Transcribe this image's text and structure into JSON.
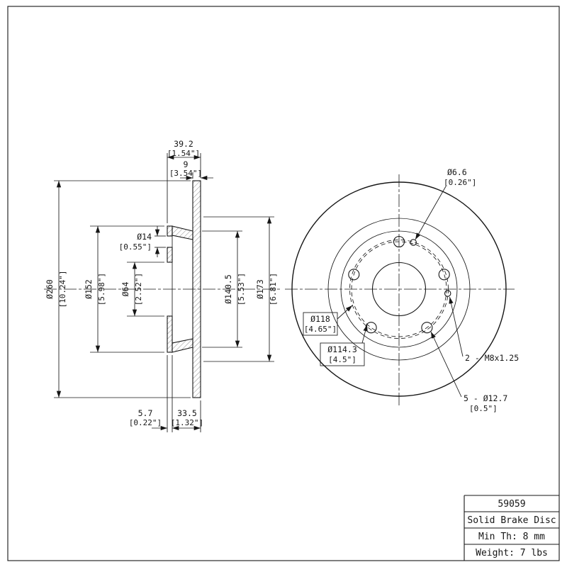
{
  "title_block": {
    "rows": [
      "59059",
      "Solid Brake Disc",
      "Min Th: 8 mm",
      "Weight: 7 lbs"
    ]
  },
  "section_view": {
    "width_total_mm": "39.2",
    "width_total_in": "[1.54\"]",
    "disc_th_mm": "9",
    "disc_th_in": "[3.54\"]",
    "hole_mm": "Ø14",
    "hole_in": "[0.55\"]",
    "od_mm": "Ø260",
    "od_in": "[10.24\"]",
    "flange_mm": "Ø152",
    "flange_in": "[5.98\"]",
    "bore_mm": "Ø64",
    "bore_in": "[2.52\"]",
    "hat_mm": "Ø140.5",
    "hat_in": "[5.53\"]",
    "inner_mm": "Ø173",
    "inner_in": "[6.81\"]",
    "flange_th_mm": "5.7",
    "flange_th_in": "[0.22\"]",
    "offset_mm": "33.5",
    "offset_in": "[1.32\"]"
  },
  "front_view": {
    "pilot_mm": "Ø6.6",
    "pilot_in": "[0.26\"]",
    "pcd_outer_mm": "Ø118",
    "pcd_outer_in": "[4.65\"]",
    "pcd_mm": "Ø114.3",
    "pcd_in": "[4.5\"]",
    "thread_label": "2 - M8x1.25",
    "lug_label": "5 - Ø12.7",
    "lug_in": "[0.5\"]"
  }
}
